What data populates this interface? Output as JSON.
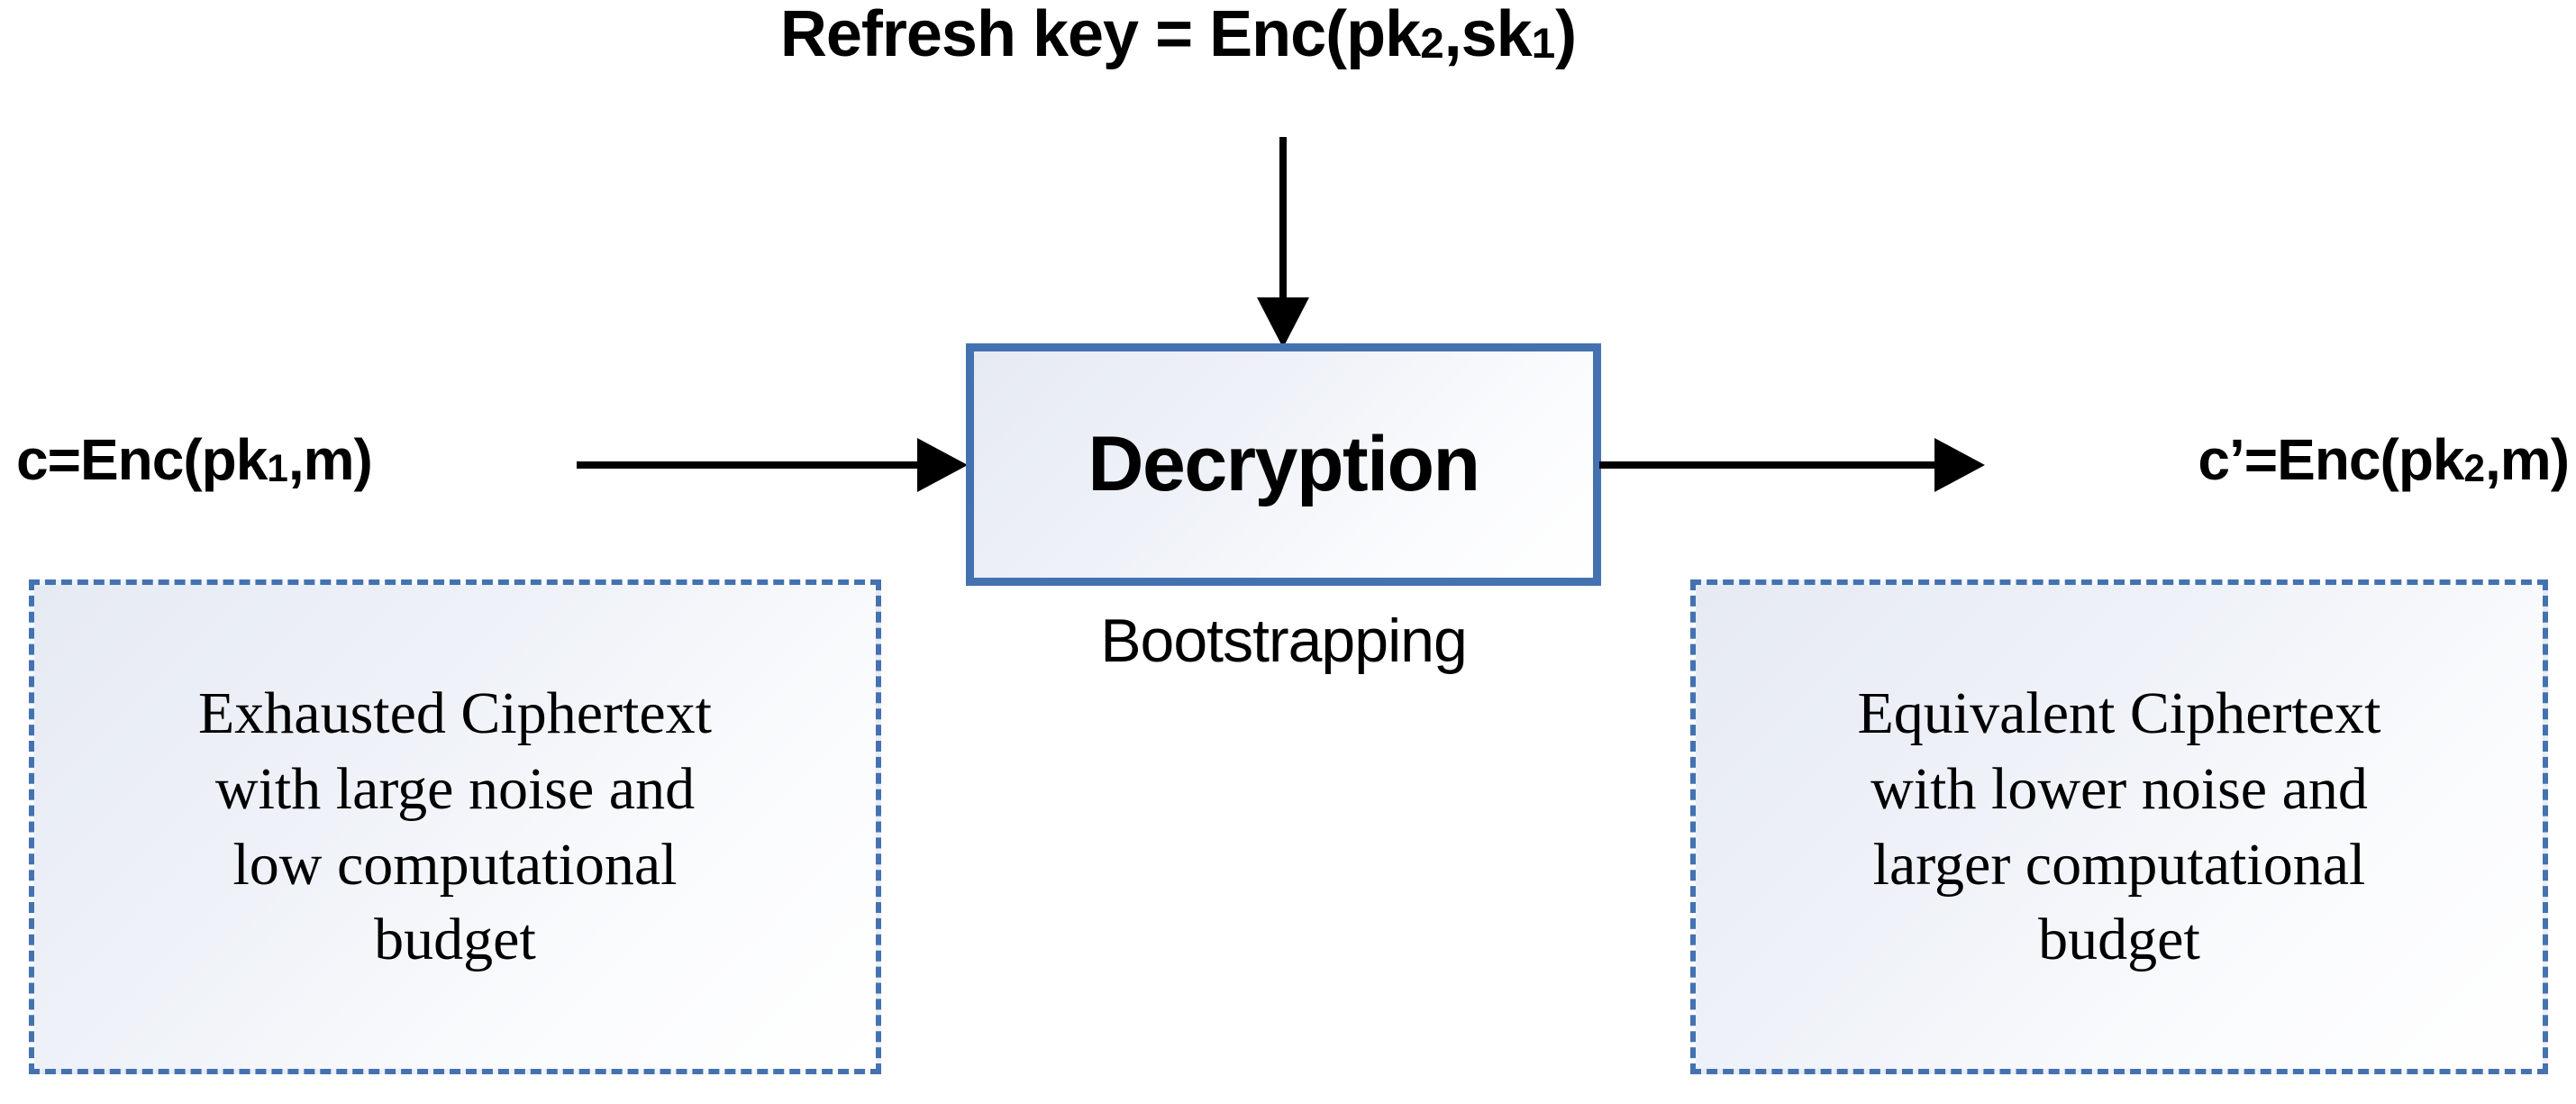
{
  "diagram": {
    "title": {
      "label_prefix": "Refresh key = Enc(pk",
      "sub1": "2",
      "mid": ",sk",
      "sub2": "1",
      "suffix": ")",
      "full_text": "Refresh key = Enc(pk2,sk1)"
    },
    "process_box": {
      "label": "Decryption",
      "border_color": "#4472B0",
      "fill_start": "#E6EAF3",
      "fill_end": "#FFFFFF"
    },
    "caption": {
      "label": "Bootstrapping"
    },
    "input": {
      "label_prefix": "c=Enc(pk",
      "sub": "1",
      "suffix": ",m)",
      "full_text": "c=Enc(pk1,m)"
    },
    "output": {
      "label_prefix": "c’=Enc(pk",
      "sub": "2",
      "suffix": ",m)",
      "full_text": "c’=Enc(pk2,m)"
    },
    "arrows": {
      "input_arrow_name": "input-ciphertext-arrow",
      "output_arrow_name": "output-ciphertext-arrow",
      "key_arrow_name": "refresh-key-arrow",
      "color": "#000000"
    },
    "notes": {
      "left": {
        "lines": [
          "Exhausted Ciphertext",
          "with large noise and",
          "low computational",
          "budget"
        ],
        "border_color": "#4472B0",
        "border_style": "dashed"
      },
      "right": {
        "lines": [
          "Equivalent Ciphertext",
          "with lower noise and",
          "larger computational",
          "budget"
        ],
        "border_color": "#4472B0",
        "border_style": "dashed"
      }
    }
  }
}
